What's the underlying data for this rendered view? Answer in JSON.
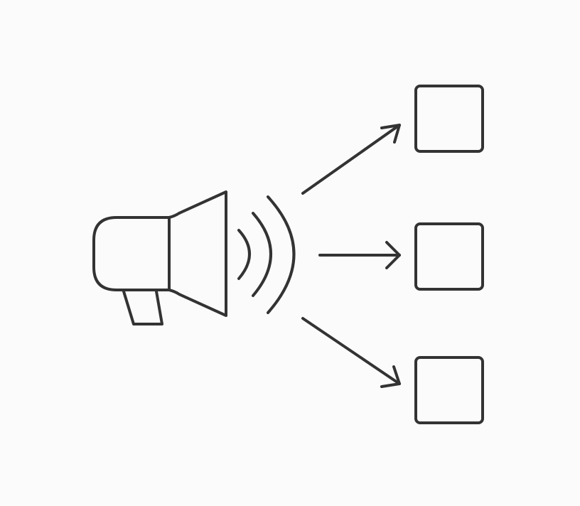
{
  "diagram": {
    "kind": "broadcast-fan-out",
    "source": {
      "icon": "megaphone-icon",
      "sound_waves": 3
    },
    "targets": [
      {
        "icon": "square-box"
      },
      {
        "icon": "square-box"
      },
      {
        "icon": "square-box"
      }
    ],
    "arrows": [
      {
        "from": "megaphone",
        "to": "target-top"
      },
      {
        "from": "megaphone",
        "to": "target-middle"
      },
      {
        "from": "megaphone",
        "to": "target-bottom"
      }
    ]
  },
  "colors": {
    "background": "#fbfbfb",
    "stroke": "#333333"
  }
}
